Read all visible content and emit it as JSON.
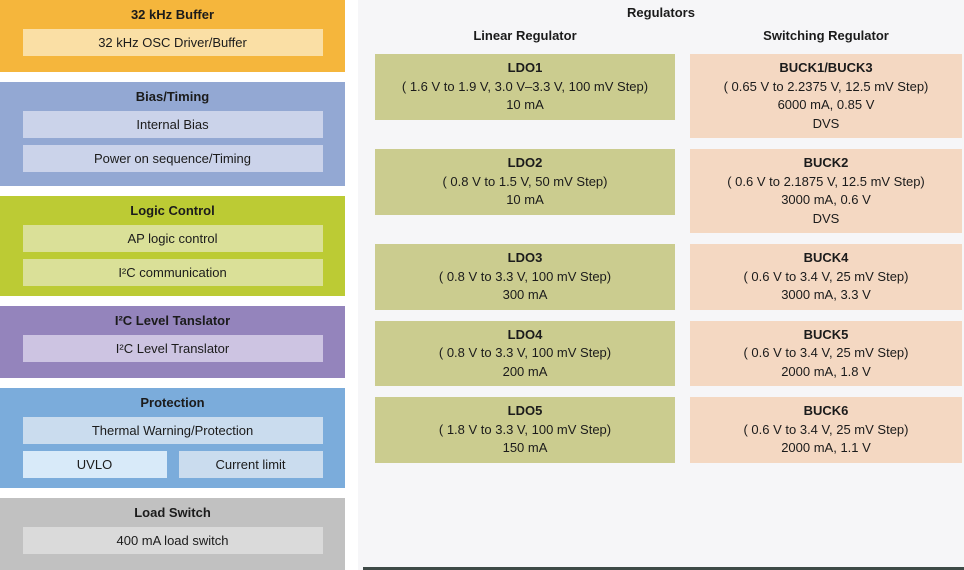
{
  "left_blocks": [
    {
      "title": "32 kHz Buffer",
      "items": [
        "32 kHz OSC Driver/Buffer"
      ]
    },
    {
      "title": "Bias/Timing",
      "items": [
        "Internal Bias",
        "Power on sequence/Timing"
      ]
    },
    {
      "title": "Logic Control",
      "items": [
        "AP logic control",
        "I²C communication"
      ]
    },
    {
      "title": "I²C Level Tanslator",
      "items": [
        "I²C Level Translator"
      ]
    },
    {
      "title": "Protection",
      "items": [
        "Thermal Warning/Protection"
      ],
      "split_items": [
        "UVLO",
        "Current limit"
      ]
    },
    {
      "title": "Load Switch",
      "items": [
        "400 mA load switch"
      ]
    }
  ],
  "regulators": {
    "title": "Regulators",
    "linear": {
      "header": "Linear Regulator",
      "blocks": [
        {
          "name": "LDO1",
          "lines": [
            "( 1.6 V to 1.9 V, 3.0 V–3.3 V, 100 mV Step)",
            "10 mA"
          ]
        },
        {
          "name": "LDO2",
          "lines": [
            "( 0.8 V to 1.5 V, 50 mV Step)",
            "10 mA"
          ]
        },
        {
          "name": "LDO3",
          "lines": [
            "( 0.8 V to 3.3 V, 100 mV Step)",
            "300 mA"
          ]
        },
        {
          "name": "LDO4",
          "lines": [
            "( 0.8 V to 3.3 V, 100 mV Step)",
            "200 mA"
          ]
        },
        {
          "name": "LDO5",
          "lines": [
            "( 1.8 V to 3.3 V, 100 mV Step)",
            "150 mA"
          ]
        }
      ]
    },
    "switching": {
      "header": "Switching Regulator",
      "blocks": [
        {
          "name": "BUCK1/BUCK3",
          "lines": [
            "( 0.65 V to 2.2375 V, 12.5 mV Step)",
            "6000 mA, 0.85 V",
            "DVS"
          ]
        },
        {
          "name": "BUCK2",
          "lines": [
            "( 0.6 V to 2.1875 V, 12.5 mV Step)",
            "3000 mA, 0.6 V",
            "DVS"
          ]
        },
        {
          "name": "BUCK4",
          "lines": [
            "( 0.6 V to 3.4 V, 25 mV Step)",
            "3000 mA, 3.3 V"
          ]
        },
        {
          "name": "BUCK5",
          "lines": [
            "( 0.6 V to 3.4 V, 25 mV Step)",
            "2000 mA, 1.8 V"
          ]
        },
        {
          "name": "BUCK6",
          "lines": [
            "( 0.6 V to 3.4 V, 25 mV Step)",
            "2000 mA, 1.1 V"
          ]
        }
      ]
    }
  },
  "colors": {
    "buffer_block": "#F5B63C",
    "buffer_item": "#FADFA5",
    "bias_block": "#93A8D3",
    "bias_item": "#CBD3EA",
    "logic_block": "#BCCB34",
    "logic_item": "#DAE098",
    "i2c_block": "#9484BC",
    "i2c_item": "#CDC4E2",
    "protection_block": "#7BACDB",
    "protection_item": "#CADCEE",
    "uvlo_item": "#D8EAF9",
    "load_switch_block": "#C1C1C1",
    "load_switch_item": "#DADADA",
    "ldo_box": "#CBCC8F",
    "buck_box": "#F4D8C2",
    "panel_background": "#F6F6F8",
    "panel_bottom_edge": "#3E4A47"
  }
}
